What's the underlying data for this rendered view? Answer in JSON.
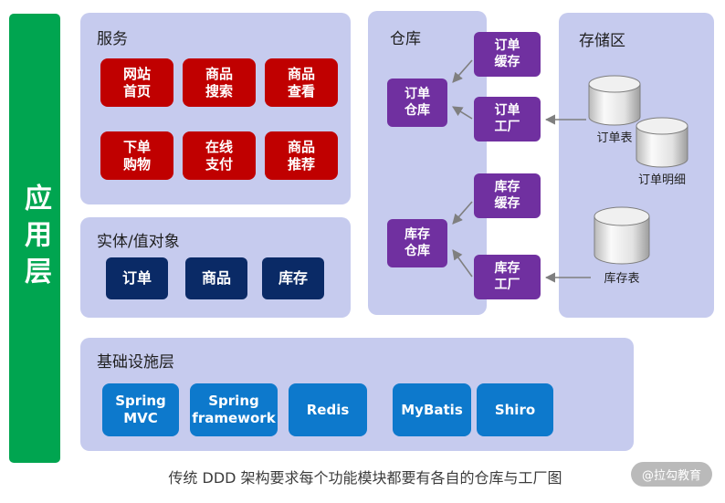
{
  "colors": {
    "app_layer_green": "#00a550",
    "panel_lavender": "#c6cbee",
    "service_red": "#c00000",
    "entity_navy": "#0a2a66",
    "repository_purple": "#7030a0",
    "infrastructure_blue": "#0d79cc",
    "arrow_gray": "#7f7f7f"
  },
  "app_layer": {
    "label": "应用层"
  },
  "services": {
    "title": "服务",
    "items": [
      {
        "label": "网站\n首页"
      },
      {
        "label": "商品\n搜索"
      },
      {
        "label": "商品\n查看"
      },
      {
        "label": "下单\n购物"
      },
      {
        "label": "在线\n支付"
      },
      {
        "label": "商品\n推荐"
      }
    ]
  },
  "entities": {
    "title": "实体/值对象",
    "items": [
      {
        "label": "订单"
      },
      {
        "label": "商品"
      },
      {
        "label": "库存"
      }
    ]
  },
  "repository": {
    "title": "仓库",
    "order_repo": "订单\n仓库",
    "order_cache": "订单\n缓存",
    "order_factory": "订单\n工厂",
    "stock_repo": "库存\n仓库",
    "stock_cache": "库存\n缓存",
    "stock_factory": "库存\n工厂"
  },
  "storage": {
    "title": "存储区",
    "order_table": "订单表",
    "order_detail": "订单明细",
    "stock_table": "库存表"
  },
  "infrastructure": {
    "title": "基础设施层",
    "items": [
      {
        "label": "Spring\nMVC"
      },
      {
        "label": "Spring\nframework"
      },
      {
        "label": "Redis"
      },
      {
        "label": "MyBatis"
      },
      {
        "label": "Shiro"
      }
    ]
  },
  "caption": "传统 DDD 架构要求每个功能模块都要有各自的仓库与工厂图",
  "watermark": "@拉勾教育"
}
